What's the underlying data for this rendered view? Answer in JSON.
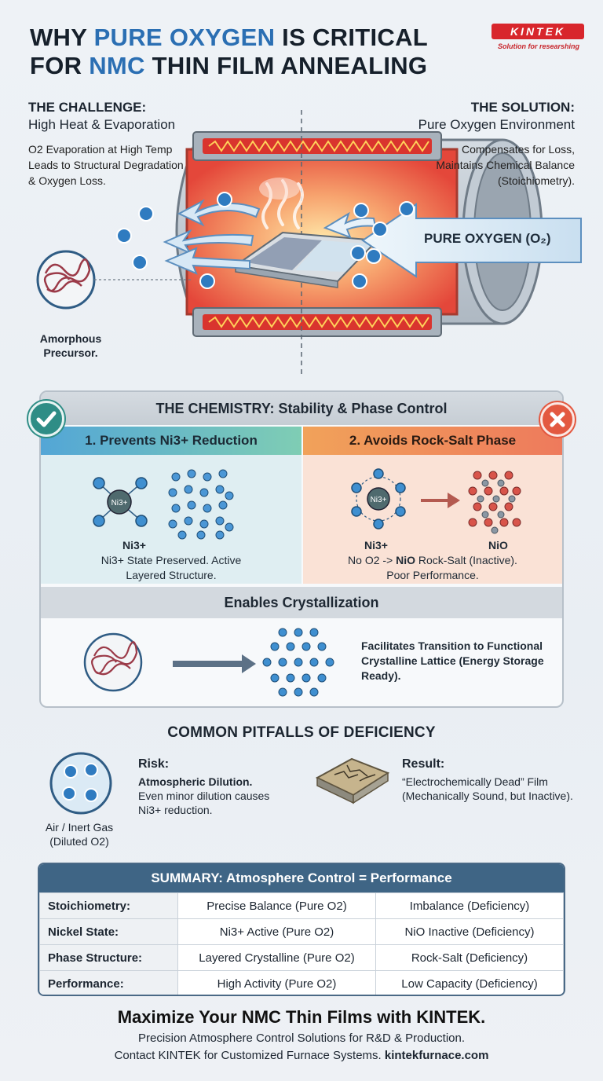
{
  "header": {
    "title_line1_a": "WHY ",
    "title_line1_hl": "PURE OXYGEN",
    "title_line1_b": " IS CRITICAL",
    "title_line2_a": "FOR ",
    "title_line2_hl": "NMC",
    "title_line2_b": " THIN FILM ANNEALING",
    "logo": "KINTEK",
    "logo_tagline": "Solution for researshing"
  },
  "furnace": {
    "challenge_title": "THE CHALLENGE:",
    "challenge_subtitle": "High Heat & Evaporation",
    "challenge_text": "O2 Evaporation at High Temp Leads to Structural Degradation & Oxygen Loss.",
    "solution_title": "THE SOLUTION:",
    "solution_subtitle": "Pure Oxygen Environment",
    "solution_text": "Compensates for Loss, Maintains Chemical Balance (Stoichiometry).",
    "oxygen_label": "PURE OXYGEN (O₂)",
    "precursor_label": "Amorphous Precursor."
  },
  "chemistry": {
    "title": "THE CHEMISTRY: Stability & Phase Control",
    "left_title": "1. Prevents Ni3+ Reduction",
    "left_ion": "Ni3+",
    "left_atom": "Ni3+",
    "left_text": "Ni3+ State Preserved. Active Layered Structure.",
    "right_title": "2. Avoids Rock-Salt Phase",
    "right_ion": "Ni3+",
    "right_atom": "Ni3+",
    "right_product": "NiO",
    "right_text_a": "No O2 -> ",
    "right_text_b": "NiO",
    "right_text_c": " Rock-Salt (Inactive).",
    "right_text_d": "Poor Performance.",
    "crys_title": "Enables Crystallization",
    "crys_text": "Facilitates Transition to Functional Crystalline Lattice (Energy Storage Ready)."
  },
  "pitfalls": {
    "title": "COMMON PITFALLS OF DEFICIENCY",
    "air_label": "Air / Inert Gas (Diluted O2)",
    "risk_title": "Risk:",
    "risk_bold": "Atmospheric Dilution.",
    "risk_text": "Even minor dilution causes Ni3+ reduction.",
    "result_title": "Result:",
    "result_text": "“Electrochemically Dead” Film (Mechanically Sound, but Inactive)."
  },
  "summary": {
    "title": "SUMMARY: Atmosphere Control = Performance",
    "rows": [
      {
        "key": "Stoichiometry:",
        "pure": "Precise Balance (Pure O2)",
        "deficient": "Imbalance (Deficiency)"
      },
      {
        "key": "Nickel State:",
        "pure": "Ni3+ Active (Pure O2)",
        "deficient": "NiO Inactive (Deficiency)"
      },
      {
        "key": "Phase Structure:",
        "pure": "Layered Crystalline (Pure O2)",
        "deficient": "Rock-Salt (Deficiency)"
      },
      {
        "key": "Performance:",
        "pure": "High Activity (Pure O2)",
        "deficient": "Low Capacity (Deficiency)"
      }
    ]
  },
  "footer": {
    "cta": "Maximize Your NMC Thin Films with KINTEK.",
    "line1": "Precision Atmosphere Control Solutions for R&D & Production.",
    "line2_a": "Contact KINTEK for Customized Furnace Systems. ",
    "line2_b": "kintekfurnace.com"
  },
  "colors": {
    "accent_blue": "#2b6fb3",
    "brand_red": "#d8262c",
    "heater_red": "#e4473a",
    "ok_teal": "#2f8d86",
    "bad_red": "#e35941",
    "summary_header": "#3f6585"
  }
}
